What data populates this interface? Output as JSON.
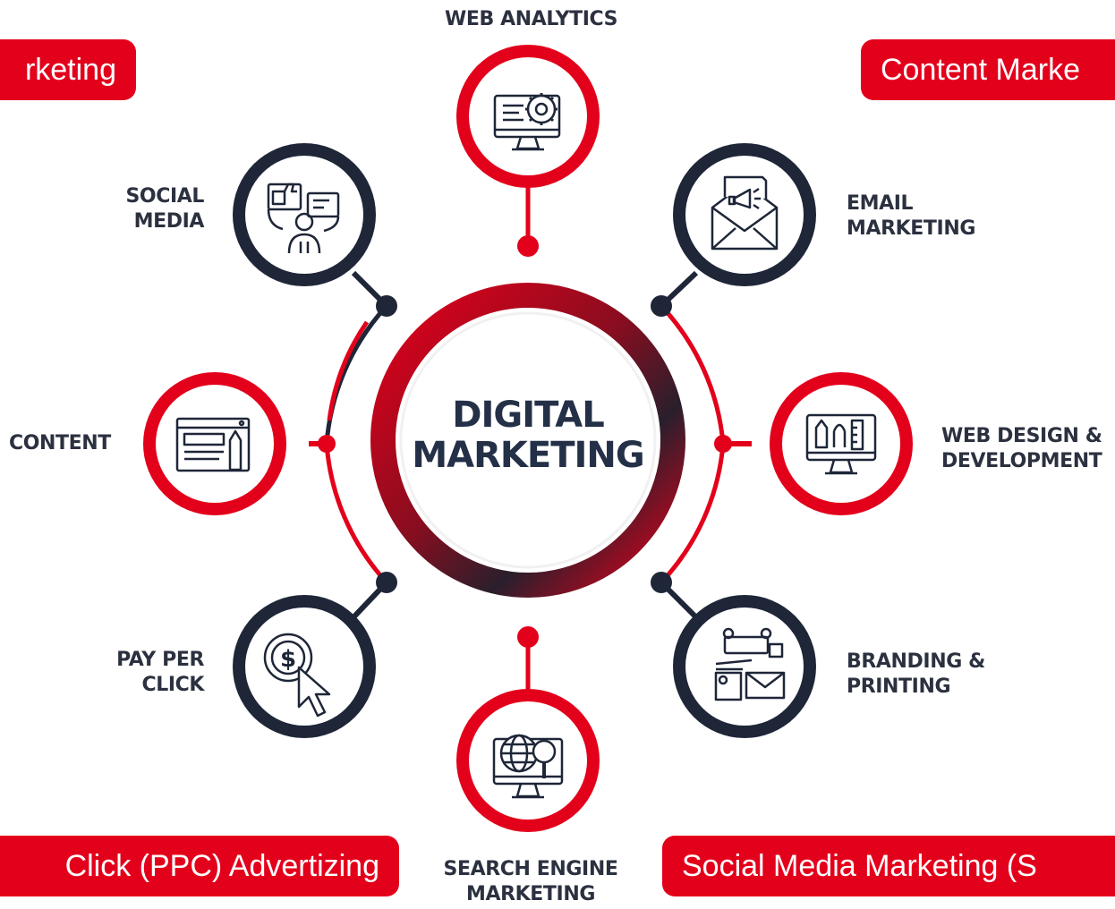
{
  "center": {
    "title": "DIGITAL\nMARKETING"
  },
  "services": [
    {
      "id": "web-analytics",
      "label": "WEB ANALYTICS",
      "icon": "monitor-gear-icon",
      "ring": "red"
    },
    {
      "id": "email-marketing",
      "label": "EMAIL\nMARKETING",
      "icon": "envelope-megaphone-icon",
      "ring": "navy"
    },
    {
      "id": "web-design",
      "label": "WEB DESIGN &\nDEVELOPMENT",
      "icon": "design-tools-monitor-icon",
      "ring": "red"
    },
    {
      "id": "branding",
      "label": "BRANDING &\nPRINTING",
      "icon": "stationery-envelope-icon",
      "ring": "navy"
    },
    {
      "id": "sem",
      "label": "SEARCH ENGINE\nMARKETING",
      "icon": "globe-magnifier-monitor-icon",
      "ring": "red"
    },
    {
      "id": "ppc",
      "label": "PAY PER\nCLICK",
      "icon": "dollar-cursor-icon",
      "ring": "navy"
    },
    {
      "id": "content",
      "label": "CONTENT",
      "icon": "webpage-pencil-icon",
      "ring": "red"
    },
    {
      "id": "social-media",
      "label": "SOCIAL\nMEDIA",
      "icon": "thumbs-chat-person-icon",
      "ring": "navy"
    }
  ],
  "pills": {
    "top_left": "rketing",
    "top_right": "Content Marke",
    "bottom_left": "Click (PPC) Advertizing",
    "bottom_right": "Social Media Marketing (S"
  },
  "colors": {
    "red": "#e3001b",
    "navy": "#1e2638",
    "text": "#2c3140"
  }
}
